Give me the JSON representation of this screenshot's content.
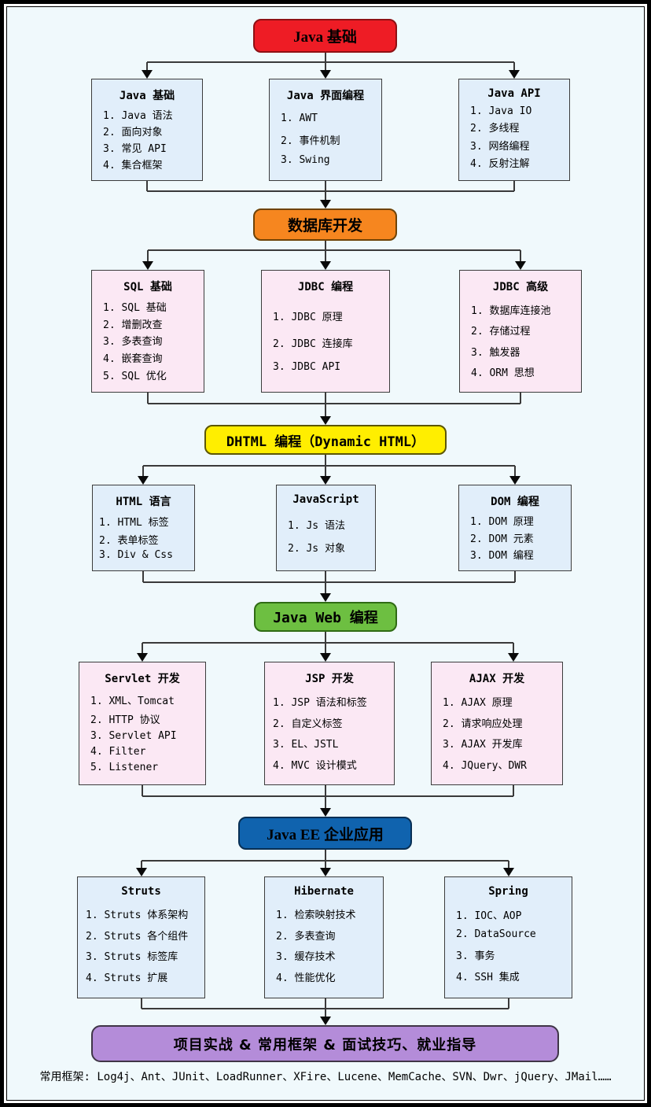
{
  "colors": {
    "background": "#f0f9fc",
    "stage1_header": "#ee1c25",
    "stage2_header": "#f6861f",
    "stage3_header": "#ffee00",
    "stage4_header": "#6dbf41",
    "stage5_header": "#1063ae",
    "final_banner": "#b48cd9",
    "topic_box_blue": "#e1eefa",
    "topic_box_pink": "#fbe8f4"
  },
  "stages": [
    {
      "header": {
        "label": "Java 基础"
      },
      "boxes": [
        {
          "title": "Java 基础",
          "items": [
            "1. Java 语法",
            "2. 面向对象",
            "3. 常见 API",
            "4. 集合框架"
          ]
        },
        {
          "title": "Java 界面编程",
          "items": [
            "1. AWT",
            "2. 事件机制",
            "3. Swing"
          ]
        },
        {
          "title": "Java API",
          "items": [
            "1. Java IO",
            "2. 多线程",
            "3. 网络编程",
            "4. 反射注解"
          ]
        }
      ]
    },
    {
      "header": {
        "label": "数据库开发"
      },
      "boxes": [
        {
          "title": "SQL 基础",
          "items": [
            "1. SQL 基础",
            "2. 增删改查",
            "3. 多表查询",
            "4. 嵌套查询",
            "5. SQL 优化"
          ]
        },
        {
          "title": "JDBC 编程",
          "items": [
            "1. JDBC 原理",
            "2. JDBC 连接库",
            "3. JDBC API"
          ]
        },
        {
          "title": "JDBC 高级",
          "items": [
            "1. 数据库连接池",
            "2. 存储过程",
            "3. 触发器",
            "4. ORM 思想"
          ]
        }
      ]
    },
    {
      "header": {
        "label": "DHTML 编程（Dynamic HTML）"
      },
      "boxes": [
        {
          "title": "HTML 语言",
          "items": [
            "1. HTML 标签",
            "2. 表单标签",
            "3. Div & Css"
          ]
        },
        {
          "title": "JavaScript",
          "items": [
            "1. Js 语法",
            "2. Js 对象"
          ]
        },
        {
          "title": "DOM 编程",
          "items": [
            "1. DOM 原理",
            "2. DOM 元素",
            "3. DOM 编程"
          ]
        }
      ]
    },
    {
      "header": {
        "label": "Java Web 编程"
      },
      "boxes": [
        {
          "title": "Servlet 开发",
          "items": [
            "1. XML、Tomcat",
            "2. HTTP 协议",
            "3. Servlet API",
            "4. Filter",
            "5. Listener"
          ]
        },
        {
          "title": "JSP 开发",
          "items": [
            "1. JSP 语法和标签",
            "2. 自定义标签",
            "3. EL、JSTL",
            "4. MVC 设计模式"
          ]
        },
        {
          "title": "AJAX 开发",
          "items": [
            "1. AJAX 原理",
            "2. 请求响应处理",
            "3. AJAX 开发库",
            "4. JQuery、DWR"
          ]
        }
      ]
    },
    {
      "header": {
        "label": "Java EE 企业应用"
      },
      "boxes": [
        {
          "title": "Struts",
          "items": [
            "1. Struts 体系架构",
            "2. Struts 各个组件",
            "3. Struts 标签库",
            "4. Struts 扩展"
          ]
        },
        {
          "title": "Hibernate",
          "items": [
            "1. 检索映射技术",
            "2. 多表查询",
            "3. 缓存技术",
            "4. 性能优化"
          ]
        },
        {
          "title": "Spring",
          "items": [
            "1. IOC、AOP",
            "2. DataSource",
            "3. 事务",
            "4. SSH 集成"
          ]
        }
      ]
    }
  ],
  "final_banner": {
    "label": "项目实战 & 常用框架 & 面试技巧、就业指导"
  },
  "footer_note": "常用框架: Log4j、Ant、JUnit、LoadRunner、XFire、Lucene、MemCache、SVN、Dwr、jQuery、JMail……"
}
